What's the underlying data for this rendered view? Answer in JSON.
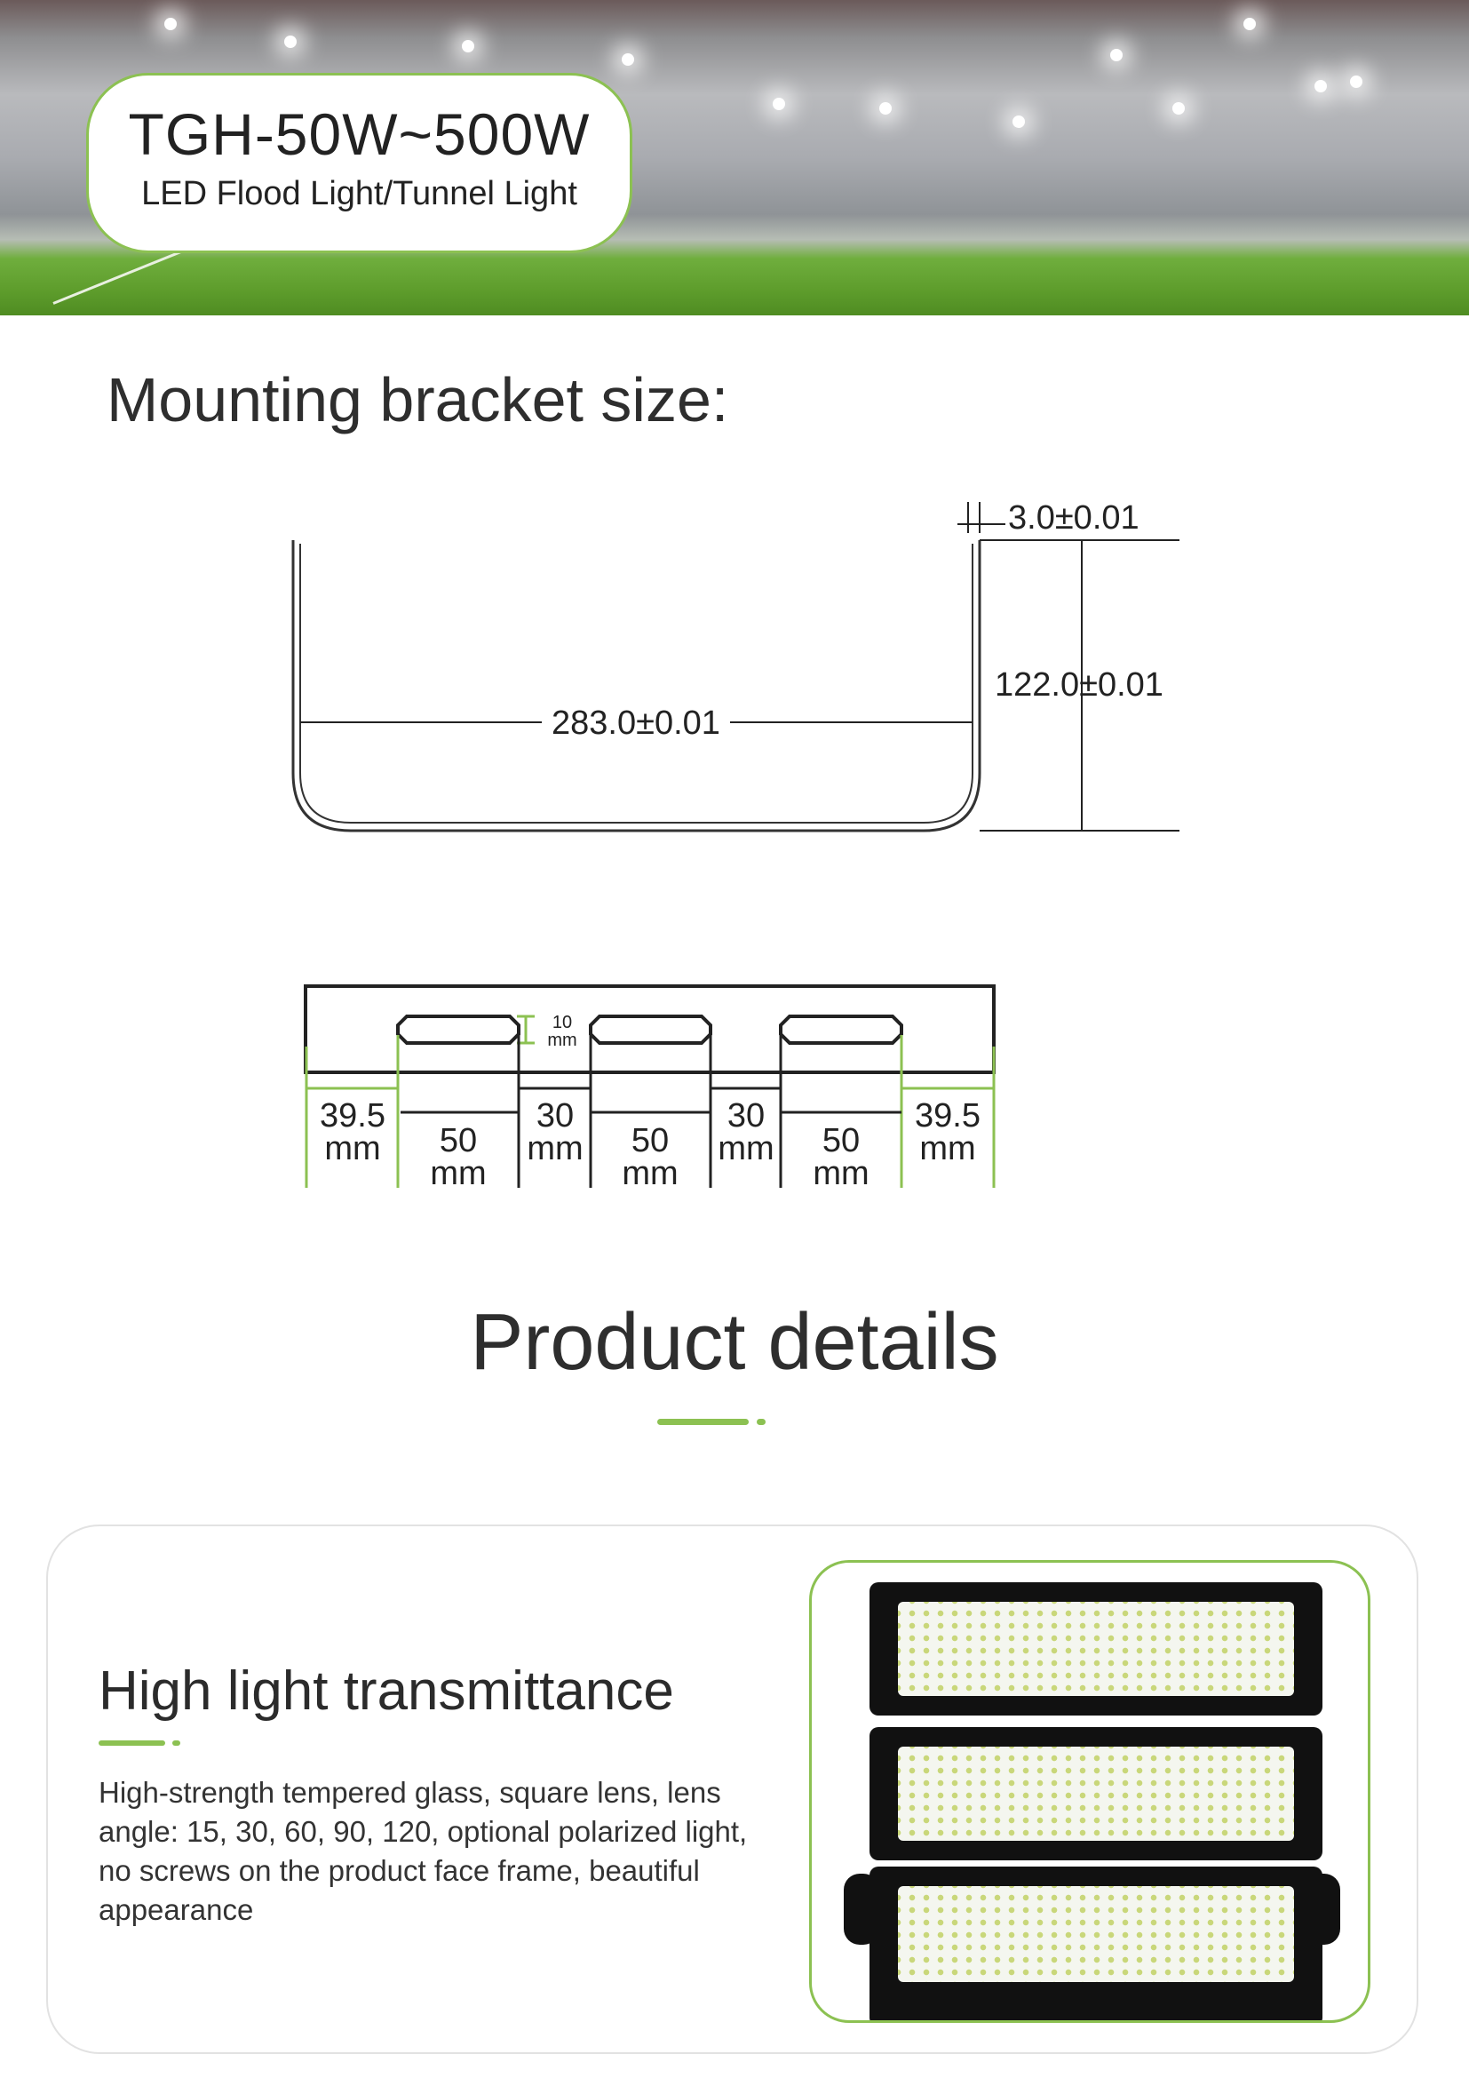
{
  "banner": {
    "model": "TGH-50W~500W",
    "subtitle": "LED Flood Light/Tunnel Light"
  },
  "mounting": {
    "title": "Mounting bracket size:",
    "thickness": "3.0±0.01",
    "height": "122.0±0.01",
    "width": "283.0±0.01",
    "slot_height_value": "10",
    "slot_height_unit": "mm",
    "segments": [
      {
        "value": "39.5",
        "unit": "mm"
      },
      {
        "value": "50",
        "unit": "mm"
      },
      {
        "value": "30",
        "unit": "mm"
      },
      {
        "value": "50",
        "unit": "mm"
      },
      {
        "value": "30",
        "unit": "mm"
      },
      {
        "value": "50",
        "unit": "mm"
      },
      {
        "value": "39.5",
        "unit": "mm"
      }
    ]
  },
  "details": {
    "title": "Product details"
  },
  "feature": {
    "title": "High light transmittance",
    "description": "High-strength tempered glass, square lens, lens angle: 15, 30, 60, 90, 120, optional polarized light, no screws on the product face frame, beautiful appearance"
  },
  "colors": {
    "accent": "#8cc152"
  }
}
